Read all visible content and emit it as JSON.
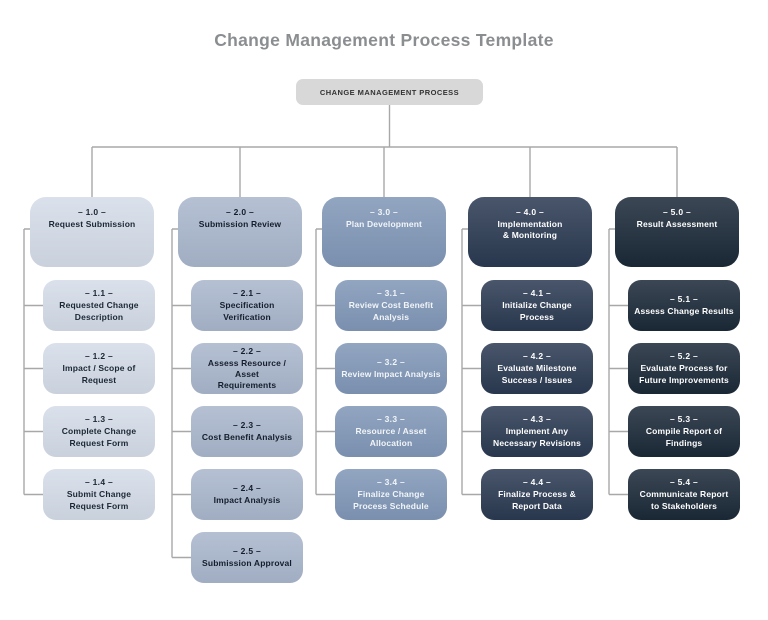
{
  "title": "Change Management Process Template",
  "root": {
    "label": "CHANGE MANAGEMENT PROCESS",
    "fill": "#d8d8d8",
    "text_color": "#333333"
  },
  "connector_color": "#a8a8a8",
  "columns": [
    {
      "number": "– 1.0 –",
      "label": "Request Submission",
      "fill": "#d4dce8",
      "text_color": "#1b2735",
      "children": [
        {
          "number": "– 1.1 –",
          "label": "Requested Change\nDescription"
        },
        {
          "number": "– 1.2 –",
          "label": "Impact / Scope of\nRequest"
        },
        {
          "number": "– 1.3 –",
          "label": "Complete Change\nRequest Form"
        },
        {
          "number": "– 1.4 –",
          "label": "Submit Change\nRequest Form"
        }
      ]
    },
    {
      "number": "– 2.0 –",
      "label": "Submission Review",
      "fill": "#a9b6cc",
      "text_color": "#141e2c",
      "children": [
        {
          "number": "– 2.1 –",
          "label": "Specification\nVerification"
        },
        {
          "number": "– 2.2 –",
          "label": "Assess Resource / Asset\nRequirements"
        },
        {
          "number": "– 2.3 –",
          "label": "Cost Benefit Analysis"
        },
        {
          "number": "– 2.4 –",
          "label": "Impact Analysis"
        },
        {
          "number": "– 2.5 –",
          "label": "Submission Approval"
        }
      ]
    },
    {
      "number": "– 3.0 –",
      "label": "Plan Development",
      "fill": "#8097b7",
      "text_color": "#f2f5f9",
      "children": [
        {
          "number": "– 3.1 –",
          "label": "Review Cost Benefit\nAnalysis"
        },
        {
          "number": "– 3.2 –",
          "label": "Review Impact Analysis"
        },
        {
          "number": "– 3.3 –",
          "label": "Resource / Asset\nAllocation"
        },
        {
          "number": "– 3.4 –",
          "label": "Finalize Change\nProcess Schedule"
        }
      ]
    },
    {
      "number": "– 4.0 –",
      "label": "Implementation\n& Monitoring",
      "fill": "#2b3a52",
      "text_color": "#ffffff",
      "children": [
        {
          "number": "– 4.1 –",
          "label": "Initialize Change\nProcess"
        },
        {
          "number": "– 4.2 –",
          "label": "Evaluate Milestone\nSuccess / Issues"
        },
        {
          "number": "– 4.3 –",
          "label": "Implement Any\nNecessary Revisions"
        },
        {
          "number": "– 4.4 –",
          "label": "Finalize Process &\nReport Data"
        }
      ]
    },
    {
      "number": "– 5.0 –",
      "label": "Result Assessment",
      "fill": "#1b2938",
      "text_color": "#ffffff",
      "children": [
        {
          "number": "– 5.1 –",
          "label": "Assess Change Results"
        },
        {
          "number": "– 5.2 –",
          "label": "Evaluate Process for\nFuture Improvements"
        },
        {
          "number": "– 5.3 –",
          "label": "Compile Report of\nFindings"
        },
        {
          "number": "– 5.4 –",
          "label": "Communicate Report\nto Stakeholders"
        }
      ]
    }
  ]
}
